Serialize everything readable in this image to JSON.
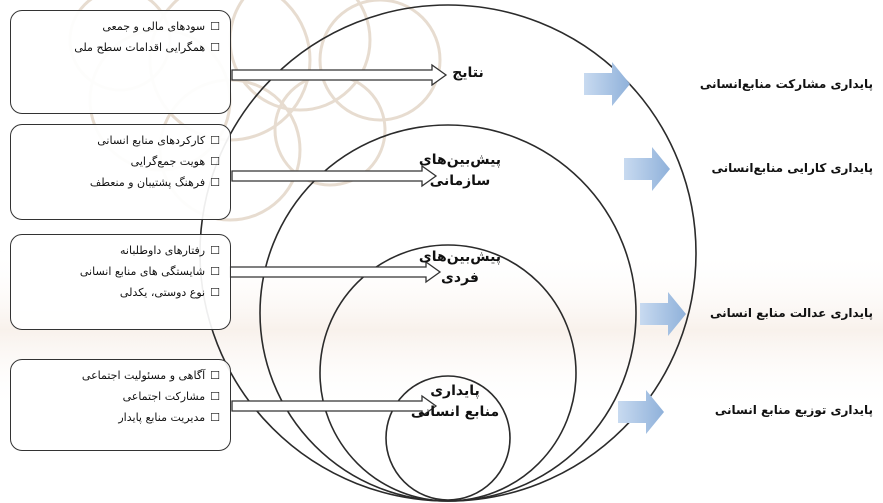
{
  "boxes": [
    {
      "items": [
        "سودهای مالی و جمعی",
        "همگرایی اقدامات سطح ملی"
      ]
    },
    {
      "items": [
        "کارکردهای منابع انسانی",
        "هویت جمع‌گرایی",
        "فرهنگ پشتیبان و منعطف"
      ]
    },
    {
      "items": [
        "رفتارهای داوطلبانه",
        "شایستگی های منابع انسانی",
        "نوع دوستی، یکدلی"
      ]
    },
    {
      "items": [
        "آگاهی و مسئولیت اجتماعی",
        "مشارکت اجتماعی",
        "مدیریت منابع پایدار"
      ]
    }
  ],
  "circles": {
    "outer": "نتایج",
    "org": [
      "پیش‌بین‌های",
      "سازمانی"
    ],
    "indiv": [
      "پیش‌بین‌های",
      "فردی"
    ],
    "core": [
      "پایداری",
      "منابع انسانی"
    ]
  },
  "outcomes": [
    "پایداری مشارکت منابع‌انسانی",
    "پایداری کارایی منابع‌انسانی",
    "پایداری عدالت منابع انسانی",
    "پایداری توزیع منابع انسانی"
  ],
  "checkbox_symbol": "☐",
  "colors": {
    "arrow_blue": "#9ab8dc",
    "line": "#333333",
    "watermark": "#d9c7b0",
    "watermark_band": "#f2e8df"
  }
}
